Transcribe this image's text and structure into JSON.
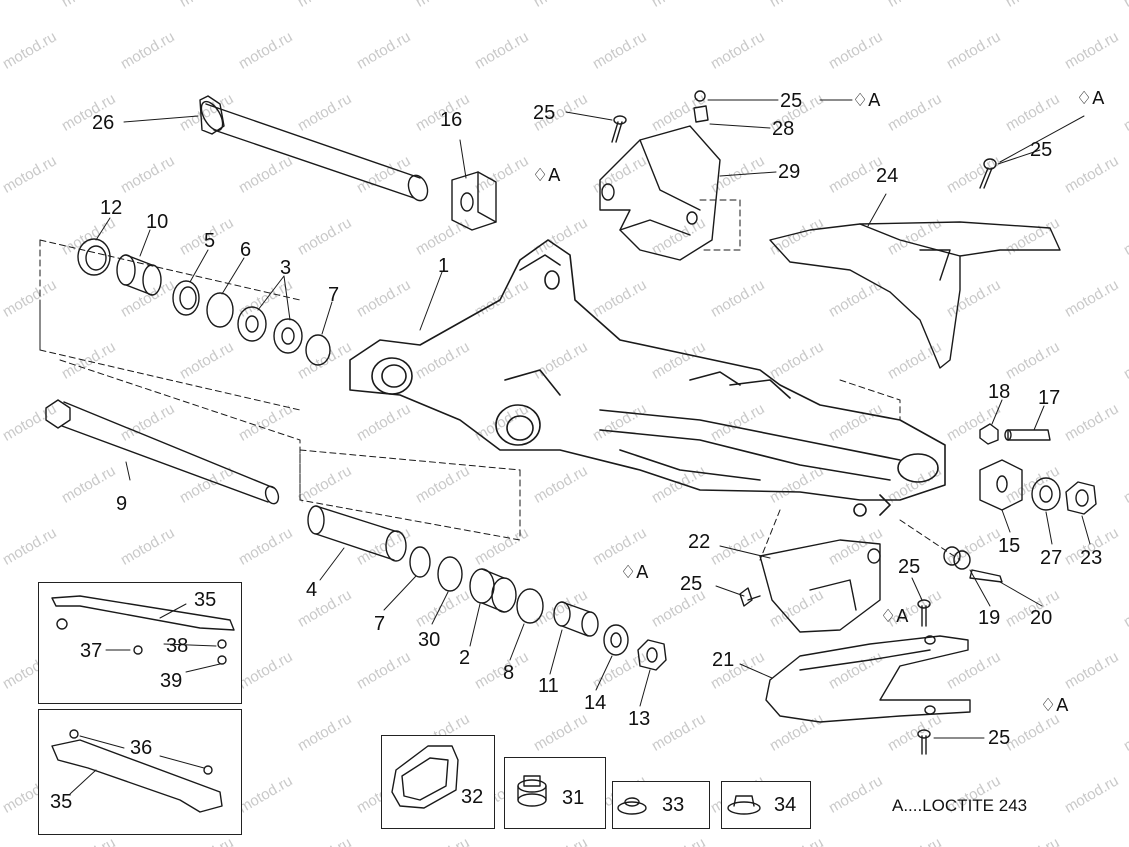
{
  "watermark_text": "motod.ru",
  "note": "A....LOCTITE 243",
  "loctite_marks": [
    "A",
    "A",
    "A",
    "A",
    "A",
    "A"
  ],
  "labels": {
    "p1": "1",
    "p2": "2",
    "p3": "3",
    "p4": "4",
    "p5": "5",
    "p6": "6",
    "p7a": "7",
    "p7b": "7",
    "p8": "8",
    "p9": "9",
    "p10": "10",
    "p11": "11",
    "p12": "12",
    "p13": "13",
    "p14": "14",
    "p15": "15",
    "p16": "16",
    "p17": "17",
    "p18": "18",
    "p19": "19",
    "p20": "20",
    "p21": "21",
    "p22": "22",
    "p23": "23",
    "p24": "24",
    "p25a": "25",
    "p25b": "25",
    "p25c": "25",
    "p25d": "25",
    "p25e": "25",
    "p25f": "25",
    "p26": "26",
    "p27": "27",
    "p28": "28",
    "p29": "29",
    "p30": "30",
    "p31": "31",
    "p32": "32",
    "p33": "33",
    "p34": "34",
    "p35a": "35",
    "p35b": "35",
    "p36": "36",
    "p37": "37",
    "p38": "38",
    "p39": "39"
  }
}
